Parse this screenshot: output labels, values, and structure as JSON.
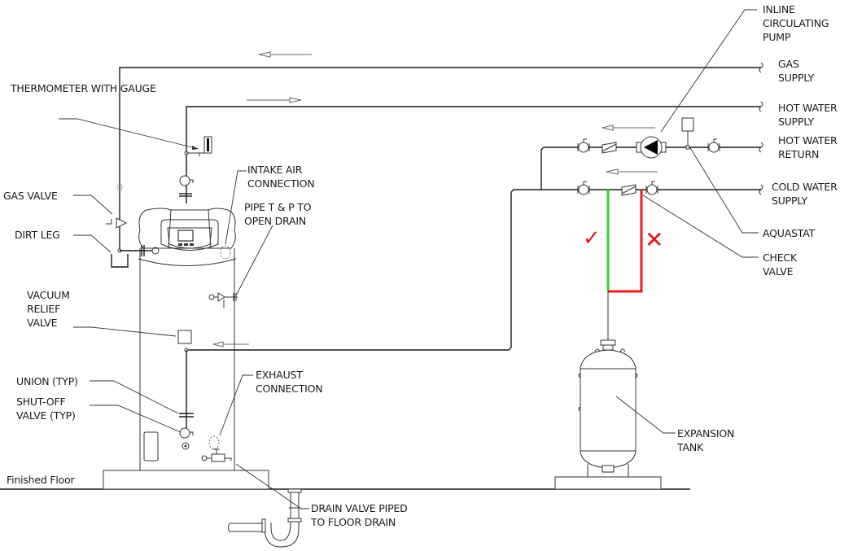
{
  "diagram": {
    "title": "Water heater piping diagram with expansion tank",
    "labels": {
      "thermometer": "THERMOMETER WITH GAUGE",
      "gas_valve": "GAS VALVE",
      "dirt_leg": "DIRT LEG",
      "vacuum_relief": "VACUUM\nRELIEF\nVALVE",
      "union": "UNION (TYP)",
      "shutoff": "SHUT-OFF\nVALVE (TYP)",
      "finished_floor": "Finished Floor",
      "intake_air": "INTAKE AIR\nCONNECTION",
      "pipe_tp": "PIPE T & P TO\nOPEN DRAIN",
      "exhaust": "EXHAUST\nCONNECTION",
      "drain_valve": "DRAIN VALVE PIPED\nTO FLOOR DRAIN",
      "inline_pump": "INLINE\nCIRCULATING\nPUMP",
      "gas_supply": "GAS\nSUPPLY",
      "hot_water_supply": "HOT WATER\nSUPPLY",
      "hot_water_return": "HOT WATER\nRETURN",
      "cold_water_supply": "COLD WATER\nSUPPLY",
      "aquastat": "AQUASTAT",
      "check_valve": "CHECK\nVALVE",
      "expansion_tank": "EXPANSION\nTANK"
    },
    "marks": {
      "correct": "✓",
      "incorrect": "✕"
    },
    "colors": {
      "line": "#1a1a1a",
      "correct_pipe": "#22dd22",
      "incorrect_pipe": "#ee1c1c",
      "mark_red": "#e8141c"
    }
  }
}
